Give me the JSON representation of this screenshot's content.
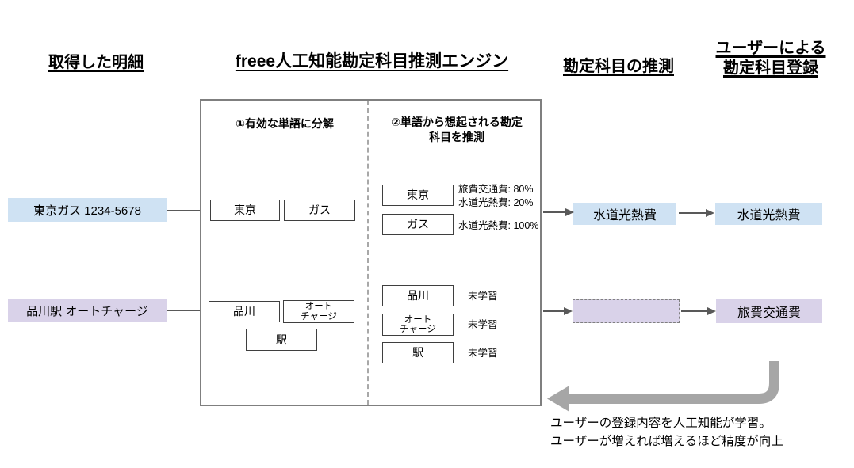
{
  "headers": {
    "statements": "取得した明細",
    "engine": "freee人工知能勘定科目推測エンジン",
    "prediction": "勘定科目の推測",
    "registration_line1": "ユーザーによる",
    "registration_line2": "勘定科目登録"
  },
  "sources": {
    "row1": "東京ガス 1234-5678",
    "row2": "品川駅 オートチャージ"
  },
  "engine": {
    "step1_title": "①有効な単語に分解",
    "step2_title_line1": "②単語から想起される勘定",
    "step2_title_line2": "科目を推測",
    "tokens": {
      "tokyo": "東京",
      "gas": "ガス",
      "shinagawa": "品川",
      "autocharge_line1": "オート",
      "autocharge_line2": "チャージ",
      "station": "駅"
    },
    "inference": {
      "tokyo_line1": "旅費交通費: 80%",
      "tokyo_line2": "水道光熱費: 20%",
      "gas_line1": "水道光熱費: 100%",
      "shinagawa": "未学習",
      "autocharge": "未学習",
      "station": "未学習"
    }
  },
  "prediction": {
    "row1": "水道光熱費",
    "row2": ""
  },
  "registration": {
    "row1": "水道光熱費",
    "row2": "旅費交通費"
  },
  "footer": {
    "line1": "ユーザーの登録内容を人工知能が学習。",
    "line2": "ユーザーが増えれば増えるほど精度が向上"
  },
  "colors": {
    "blue": "#cfe2f3",
    "purple": "#d9d2e9",
    "arrow_gray": "#a6a6a6"
  }
}
